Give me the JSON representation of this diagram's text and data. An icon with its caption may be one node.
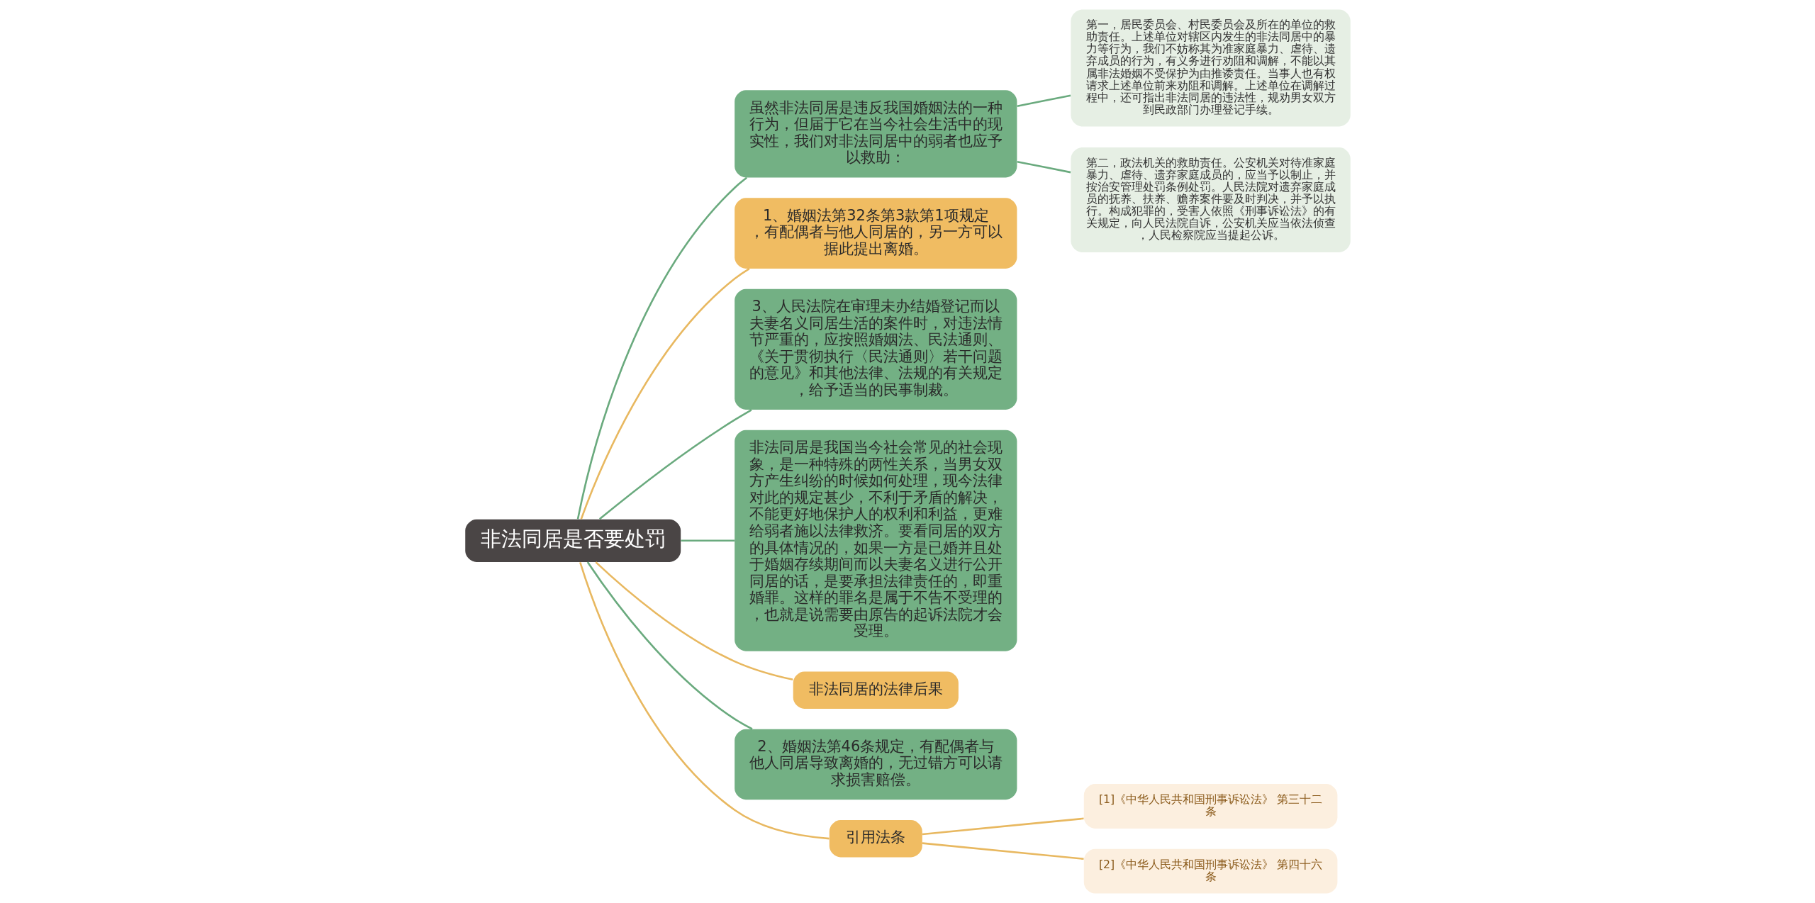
{
  "diagram": {
    "nodes": [
      {
        "text": [
          "非法同居是否要处罚"
        ]
      },
      {
        "text": [
          "虽然非法同居是违反我国婚姻法的一种行为，但届于它在当今社会生活中的现实性，我们对非法同居中的弱者也应予以救助："
        ]
      },
      {
        "text": [
          "第一，居民委员会、村民委员会及所在的单位的救助责任。上述单位对辖区内发生的非法同居中的暴力等行为，我们不妨称其为准家庭暴力、虐待、遗弃成员的行为，有义务进行劝阻和调解，不能以其属非法婚姻不受保护为由推诿责任。当事人也有权请求上述单位前来劝阻和调解。上述单位在调解过程中，还可指出非法同居的违法性，规劝男女双方到民政部门办理登记手续。"
        ]
      },
      {
        "text": [
          "第二，政法机关的救助责任。公安机关对待准家庭暴力、虐待、遗弃家庭成员的，应当予以制止，并按治安管理处罚条例处罚。人民法院对遗弃家庭成员的抚养、扶养、赡养案件要及时判决，并予以执行。构成犯罪的，受害人依照《刑事诉讼法》的有关规定，向人民法院自诉，公安机关应当依法侦查，人民检察院应当提起公诉。"
        ]
      },
      {
        "text": [
          "1、婚姻法第32条第3款第1项规定，有配偶者与他人同居的，另一方可以据此提出离婚。"
        ]
      },
      {
        "text": [
          "3、人民法院在审理未办结婚登记而以夫妻名义同居生活的案件时，对违法情节严重的，应按照婚姻法、民法通则、《关于贯彻执行〈民法通则〉若干问题的意见》和其他法律、法规的有关规定，给予适当的民事制裁。"
        ]
      },
      {
        "text": [
          "非法同居是我国当今社会常见的社会现象，是一种特殊的两性关系，当男女双方产生纠纷的时候如何处理，现今法律对此的规定甚少，不利于矛盾的解决，不能更好地保护人的权利和利益，更难给弱者施以法律救济。要看同居的双方的具体情况的，如果一方是已婚并且处于婚姻存续期间而以夫妻名义进行公开同居的话，是要承担法律责任的，即重婚罪。这样的罪名是属于不告不受理的，也就是说需要由原告的起诉法院才会受理。"
        ]
      },
      {
        "text": [
          "非法同居的法律后果"
        ]
      },
      {
        "text": [
          "2、婚姻法第46条规定，有配偶者与他人同居导致离婚的，无过错方可以请求损害赔偿。"
        ]
      },
      {
        "text": [
          "引用法条"
        ]
      },
      {
        "text": [
          "[1]《中华人民共和国刑事诉讼法》 第三十二条"
        ]
      },
      {
        "text": [
          "[2]《中华人民共和国刑事诉讼法》 第四十六条"
        ]
      }
    ],
    "edges": [
      {
        "from": 0,
        "to": 1,
        "arrow": "none"
      },
      {
        "from": 1,
        "to": 2,
        "arrow": "none"
      },
      {
        "from": 1,
        "to": 3,
        "arrow": "none"
      },
      {
        "from": 0,
        "to": 4,
        "arrow": "none",
        "color": "#e8b860"
      },
      {
        "from": 0,
        "to": 5,
        "arrow": "none"
      },
      {
        "from": 0,
        "to": 6,
        "arrow": "none"
      },
      {
        "from": 0,
        "to": 7,
        "arrow": "none",
        "color": "#e8b860"
      },
      {
        "from": 0,
        "to": 8,
        "arrow": "none"
      },
      {
        "from": 0,
        "to": 9,
        "arrow": "none",
        "color": "#e8b860"
      },
      {
        "from": 9,
        "to": 10,
        "arrow": "none",
        "color": "#e8b860"
      },
      {
        "from": 9,
        "to": 11,
        "arrow": "none",
        "color": "#e8b860"
      }
    ]
  }
}
